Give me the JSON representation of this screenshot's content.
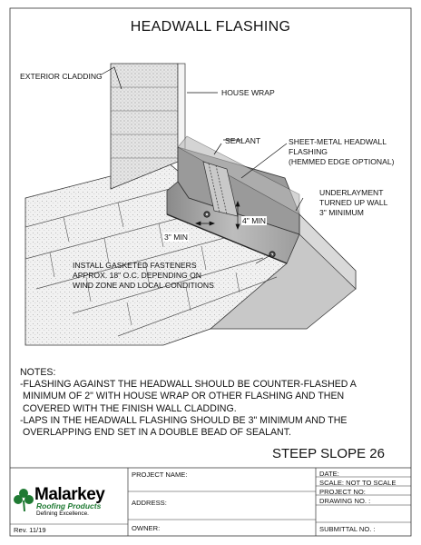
{
  "title": "HEADWALL FLASHING",
  "labels": {
    "exterior_cladding": "EXTERIOR CLADDING",
    "house_wrap": "HOUSE WRAP",
    "sealant": "SEALANT",
    "sheet_metal_1": "SHEET-METAL HEADWALL",
    "sheet_metal_2": "FLASHING",
    "sheet_metal_3": "(HEMMED EDGE OPTIONAL)",
    "underlayment_1": "UNDERLAYMENT",
    "underlayment_2": "TURNED UP WALL",
    "underlayment_3": "3\" MINIMUM",
    "four_min": "4\" MIN",
    "three_min": "3\" MIN",
    "fasteners_1": "INSTALL GASKETED FASTENERS",
    "fasteners_2": "APPROX. 18\" O.C. DEPENDING ON",
    "fasteners_3": "WIND ZONE AND LOCAL CONDITIONS"
  },
  "notes": {
    "heading": "NOTES:",
    "lines": [
      "-FLASHING AGAINST THE HEADWALL SHOULD BE COUNTER-FLASHED A",
      " MINIMUM OF 2\" WITH HOUSE WRAP OR OTHER FLASHING AND THEN",
      " COVERED WITH THE FINISH WALL CLADDING.",
      "-LAPS IN THE HEADWALL FLASHING SHOULD BE 3\" MINIMUM AND THE",
      " OVERLAPPING END SET IN A DOUBLE BEAD OF SEALANT."
    ]
  },
  "sheet_id": "STEEP SLOPE 26",
  "title_block": {
    "project_name": "PROJECT NAME:",
    "address": "ADDRESS:",
    "owner": "OWNER:",
    "date": "DATE:",
    "scale": "SCALE:  NOT TO SCALE",
    "project_no": "PROJECT NO:",
    "drawing_no": "DRAWING NO. :",
    "submittal_no": "SUBMITTAL NO. :",
    "revision": "Rev. 11/19"
  },
  "logo": {
    "name": "Malarkey",
    "subtitle": "Roofing Products",
    "tagline": "Defining Excellence.",
    "brand_color": "#1f7a33"
  }
}
